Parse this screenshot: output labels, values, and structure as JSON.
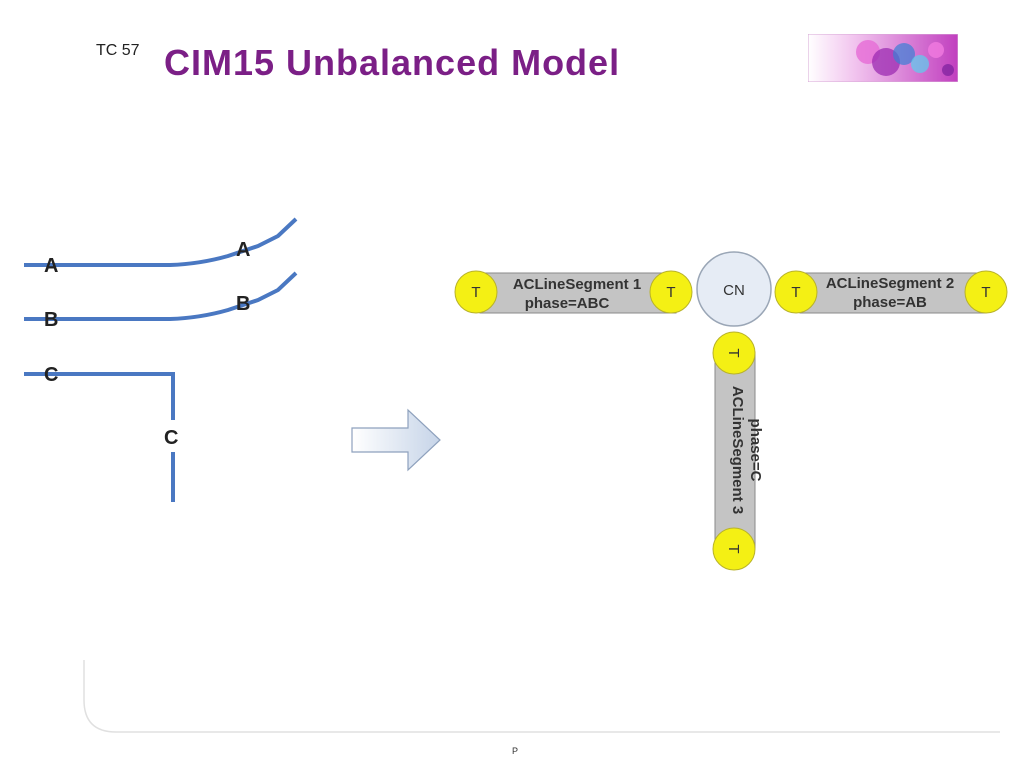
{
  "header": {
    "tc_label": "TC 57",
    "title": "CIM15 Unbalanced Model"
  },
  "left_diagram": {
    "phase_a_left": "A",
    "phase_a_right": "A",
    "phase_b_left": "B",
    "phase_b_right": "B",
    "phase_c_left": "C",
    "phase_c_bottom": "C"
  },
  "right_diagram": {
    "node": "CN",
    "terminal": "T",
    "segment1": {
      "name": "ACLineSegment 1",
      "phase": "phase=ABC"
    },
    "segment2": {
      "name": "ACLineSegment 2",
      "phase": "phase=AB"
    },
    "segment3": {
      "name": "ACLineSegment 3",
      "phase": "phase=C"
    }
  },
  "colors": {
    "title": "#7b1f86",
    "wire": "#4a78c2",
    "terminal_fill": "#f4f014",
    "segment_fill": "#c4c4c4",
    "node_fill": "#e6ecf5"
  },
  "footer": {
    "page_marker": "P"
  }
}
